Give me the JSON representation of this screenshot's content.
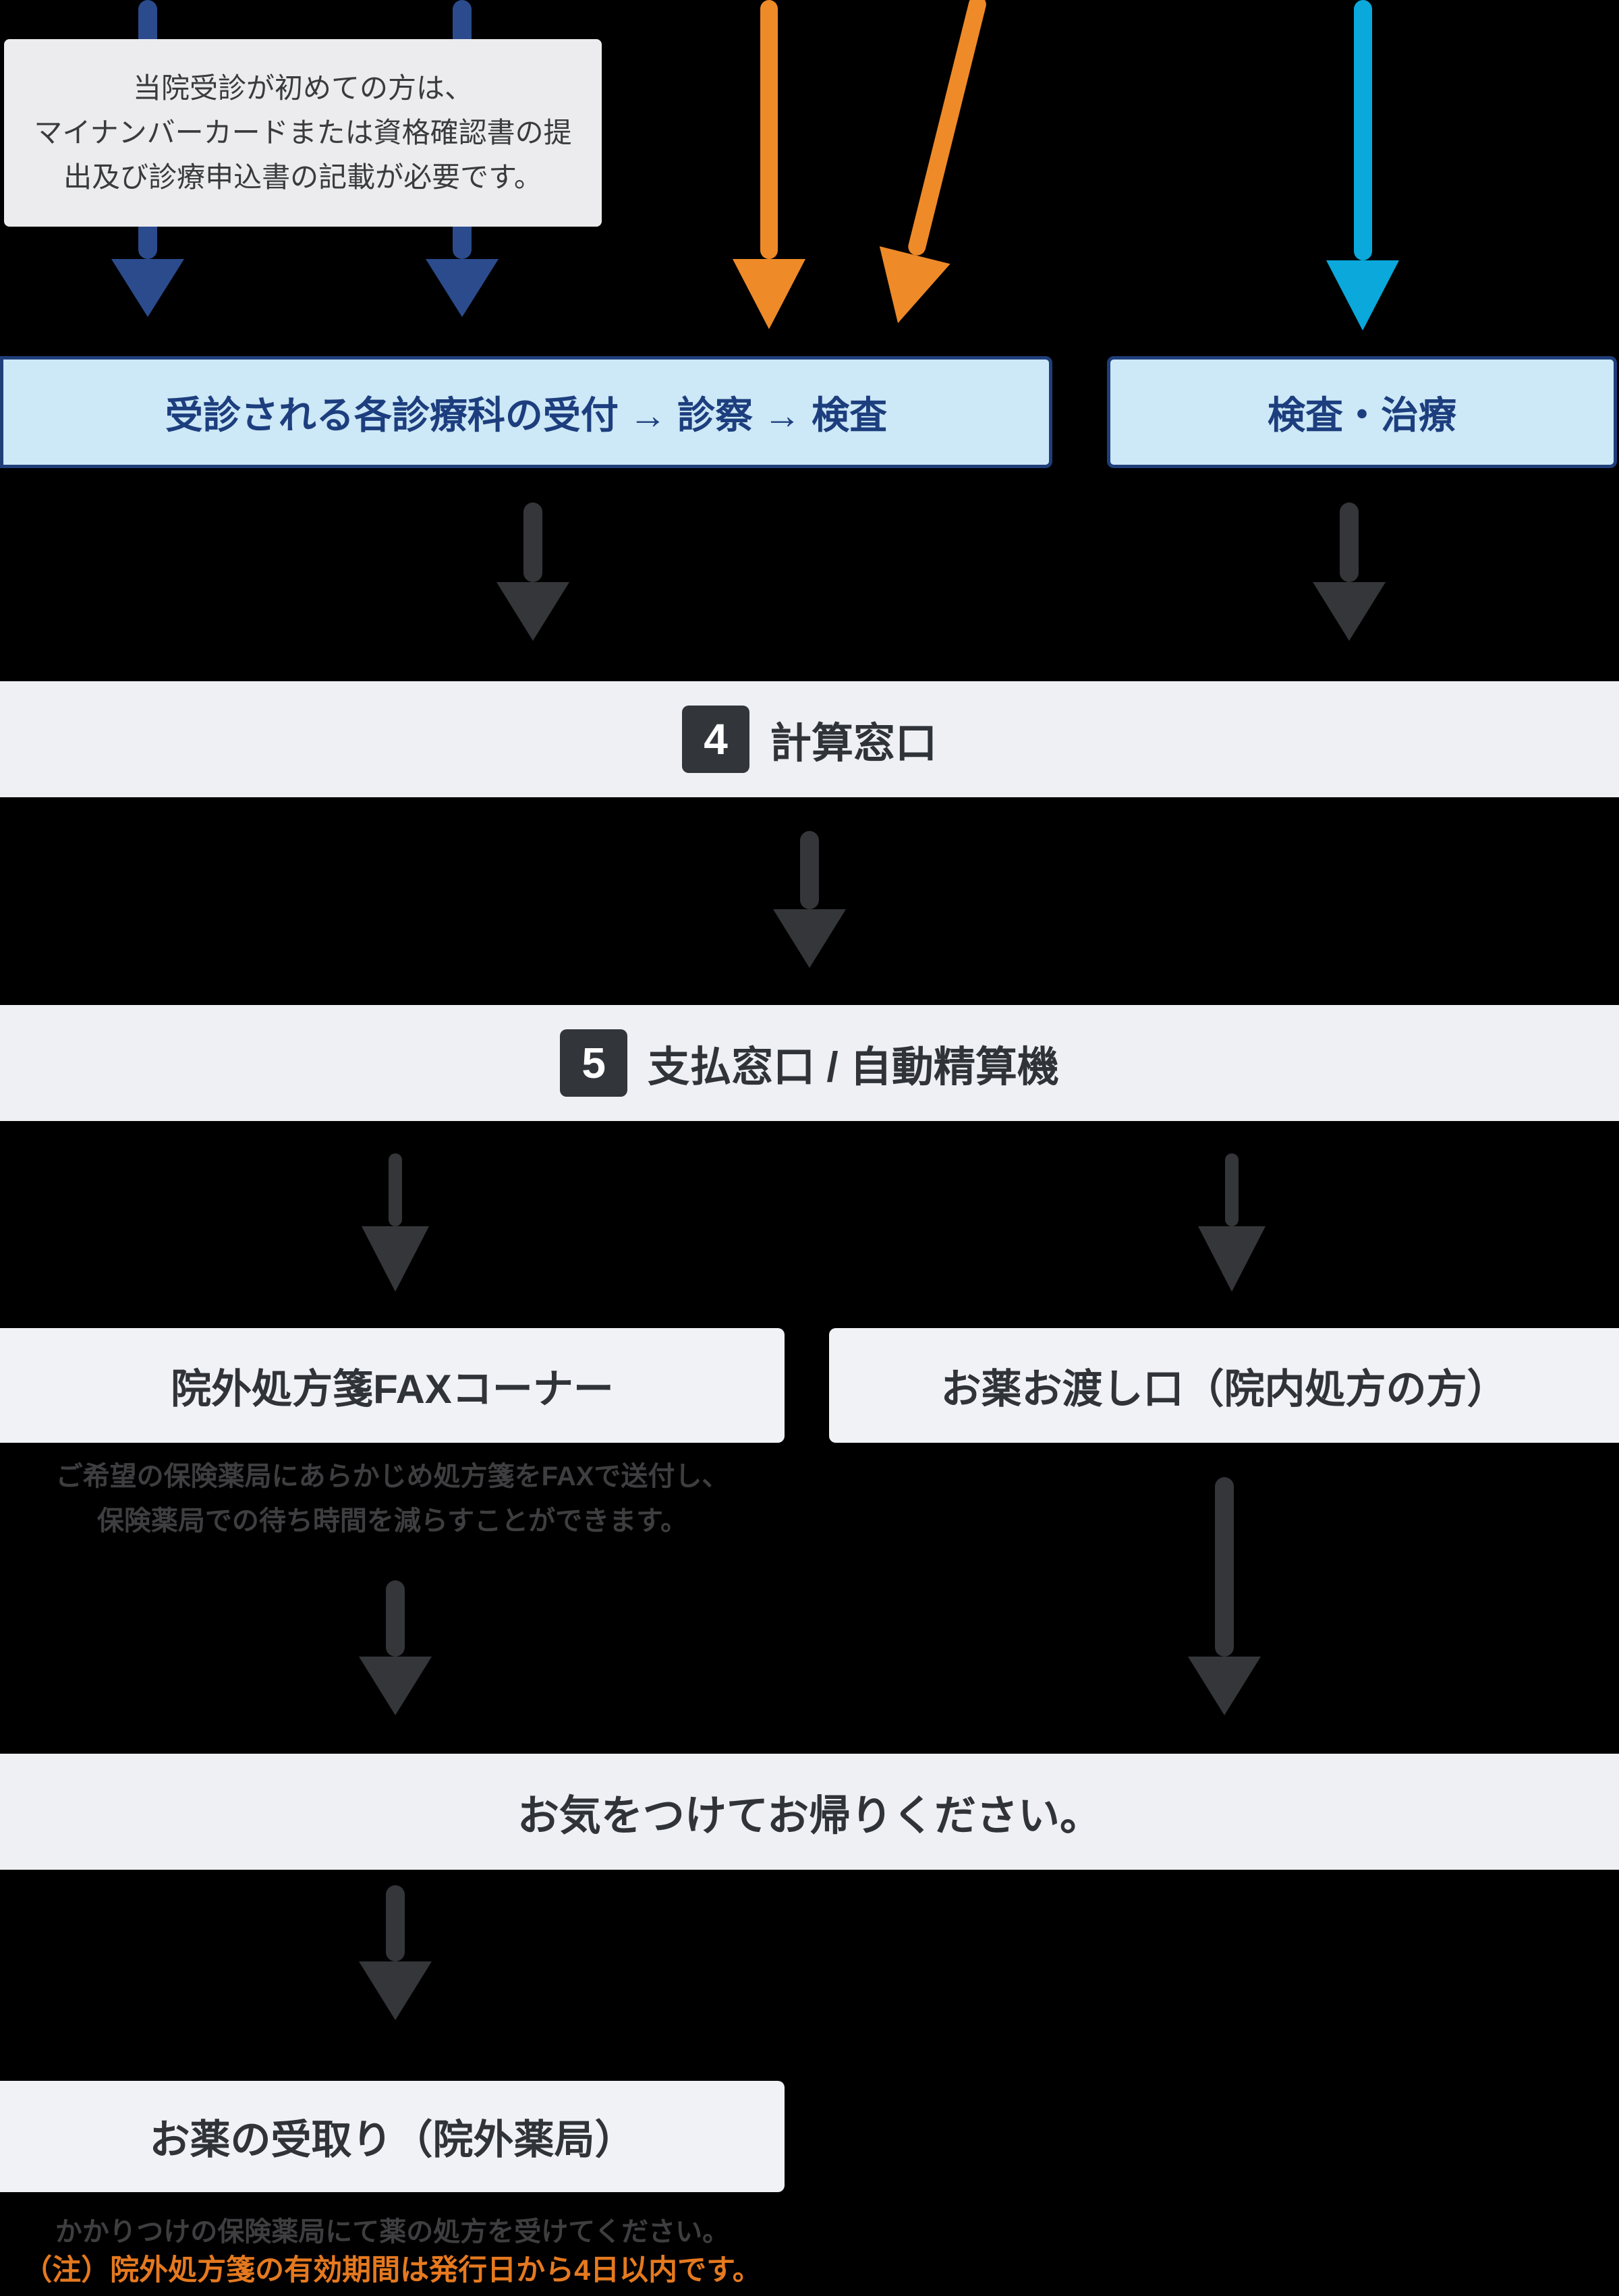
{
  "colors": {
    "background": "#000000",
    "navy_arrow": "#2b4b8d",
    "orange_arrow": "#ee8a28",
    "cyan_arrow": "#0aa8db",
    "dark_arrow": "#343639",
    "panel_light": "#eef0f4",
    "panel_white": "#f1f2f5",
    "info_box_bg": "#ececee",
    "blue_box_bg": "#cde8f6",
    "blue_box_border": "#1f3e7a",
    "blue_box_text": "#1d3e7e",
    "dark_text": "#303438",
    "muted_text": "#3e3e40",
    "badge_bg": "#32363a",
    "badge_text": "#ffffff",
    "note_orange": "#e5791f",
    "info_text": "#3a3b3d"
  },
  "info_box": {
    "lines": [
      "当院受診が初めての方は、",
      "マイナンバーカードまたは資格確認書の提",
      "出及び診療申込書の記載が必要です。"
    ]
  },
  "steps": {
    "reception": {
      "label": "受診される各診療科の受付 → 診察 → 検査"
    },
    "treatment": {
      "label": "検査・治療"
    },
    "calc": {
      "number": "4",
      "label": "計算窓口"
    },
    "payment": {
      "number": "5",
      "label": "支払窓口 / 自動精算機"
    },
    "fax": {
      "label": "院外処方箋FAXコーナー",
      "note_lines": [
        "ご希望の保険薬局にあらかじめ処方箋をFAXで送付し、",
        "保険薬局での待ち時間を減らすことができます。"
      ]
    },
    "meds_window": {
      "label": "お薬お渡し口（院内処方の方）"
    },
    "go_home": {
      "label": "お気をつけてお帰りください。"
    },
    "pickup": {
      "label": "お薬の受取り（院外薬局）",
      "note": "かかりつけの保険薬局にて薬の処方を受けてください。",
      "caution": "（注）院外処方箋の有効期間は発行日から4日以内です。"
    }
  }
}
